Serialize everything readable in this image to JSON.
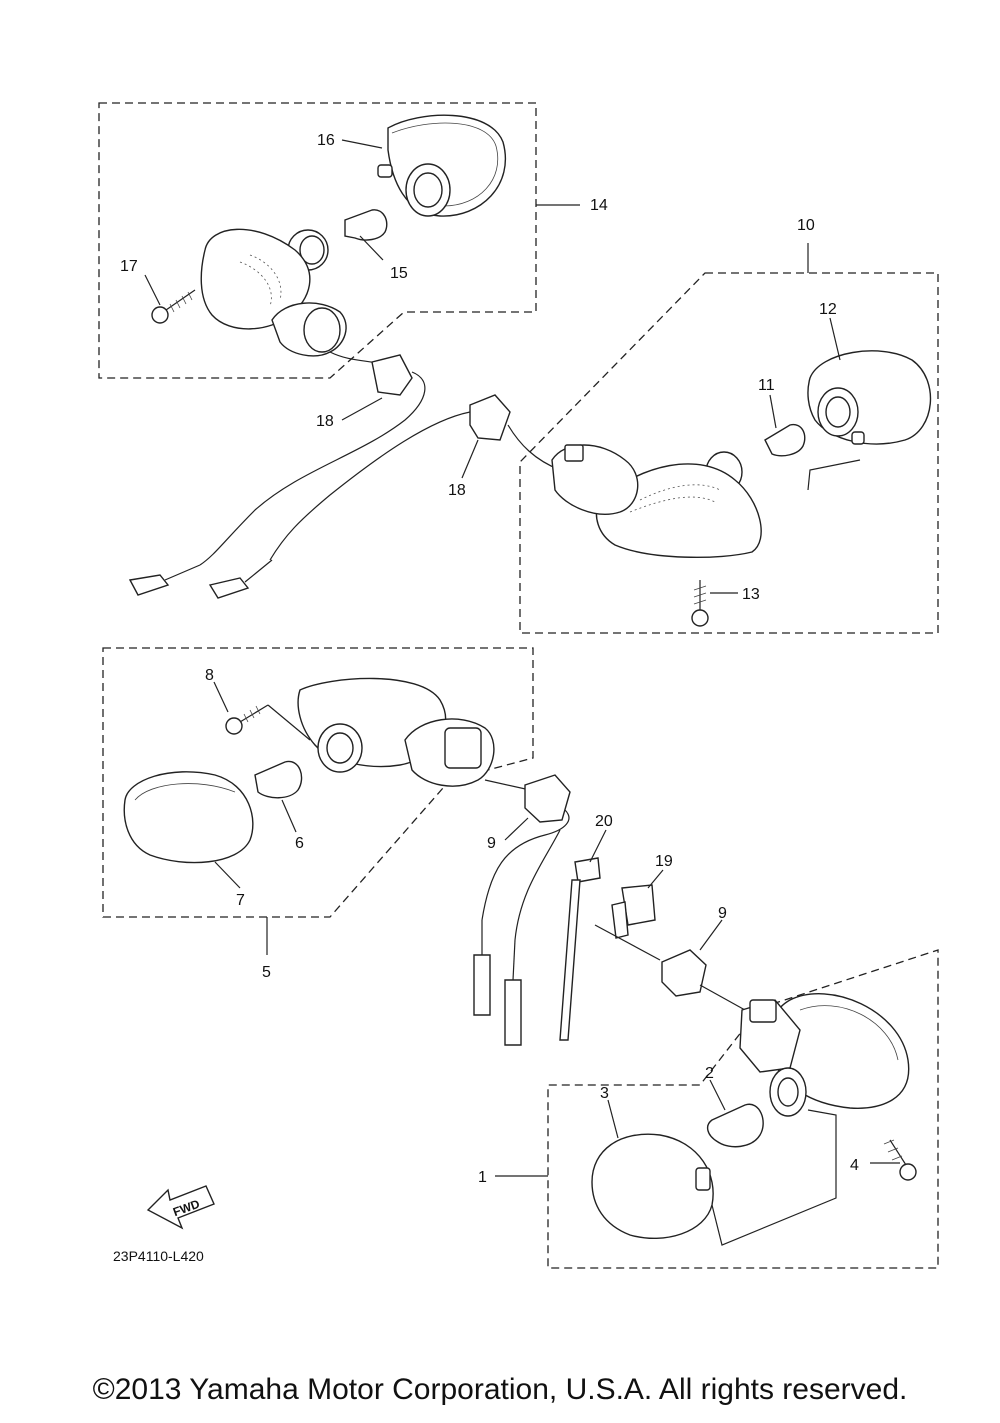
{
  "diagram": {
    "callouts": [
      "1",
      "2",
      "3",
      "4",
      "5",
      "6",
      "7",
      "8",
      "9",
      "9",
      "10",
      "11",
      "12",
      "13",
      "14",
      "15",
      "16",
      "17",
      "18",
      "18",
      "19",
      "20"
    ],
    "drawing_code": "23P4110-L420",
    "fwd_label": "FWD"
  },
  "footer": {
    "copyright": "©2013 Yamaha Motor Corporation, U.S.A. All rights reserved."
  }
}
